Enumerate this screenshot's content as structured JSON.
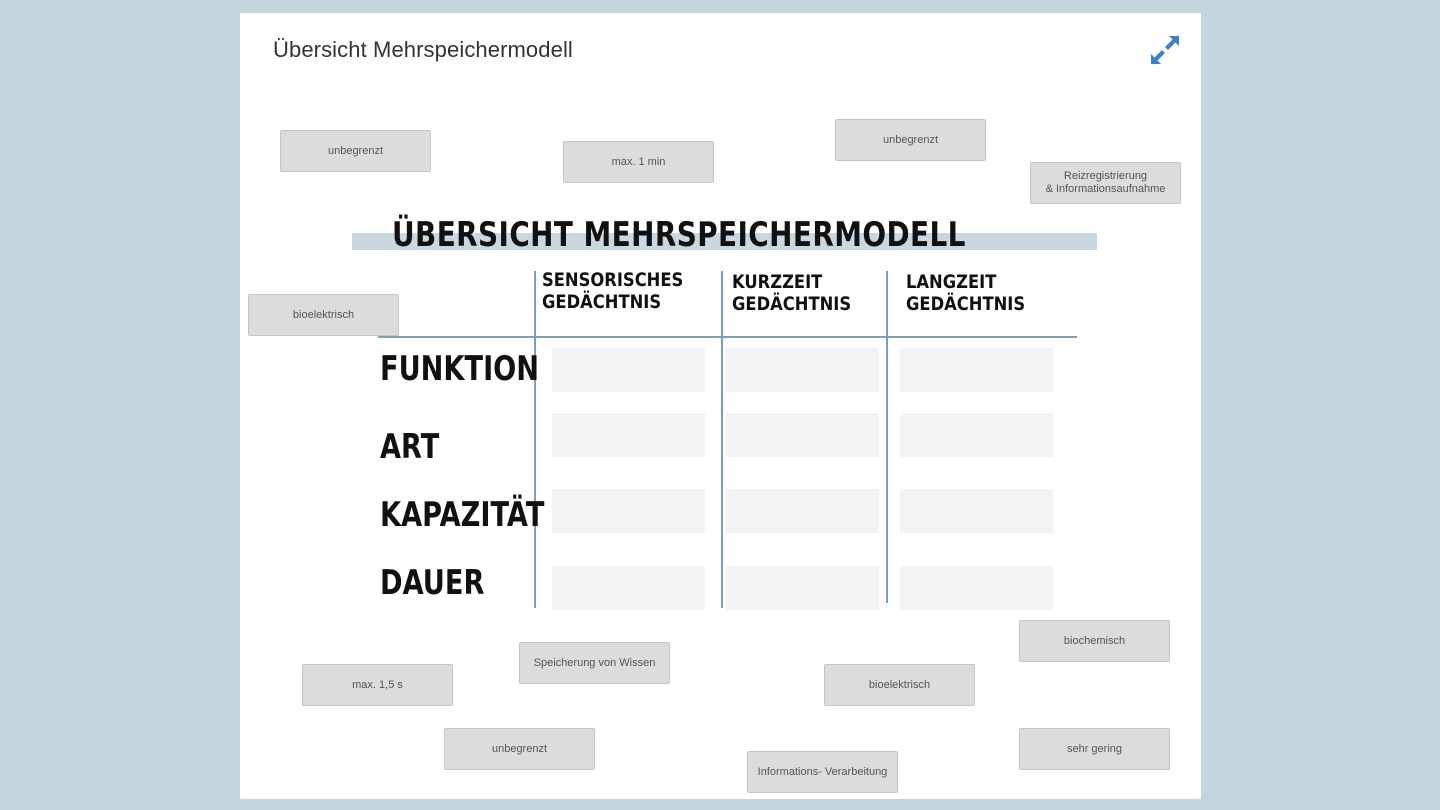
{
  "panel": {
    "title": "Übersicht Mehrspeichermodell",
    "expand_icon": "expand-arrows-icon",
    "accent_color": "#3d7fc9"
  },
  "board": {
    "title": "ÜBERSICHT MEHRSPEICHERMODELL",
    "columns": [
      "SENSORISCHES\nGEDÄCHTNIS",
      "KURZZEIT\nGEDÄCHTNIS",
      "LANGZEIT\nGEDÄCHTNIS"
    ],
    "rows": [
      "FUNKTION",
      "ART",
      "KAPAZITÄT",
      "DAUER"
    ]
  },
  "chips": [
    "unbegrenzt",
    "max. 1 min",
    "unbegrenzt",
    "Reizregistrierung\n& Informationsaufnahme",
    "bioelektrisch",
    "biochemisch",
    "Speicherung von Wissen",
    "max. 1,5 s",
    "bioelektrisch",
    "unbegrenzt",
    "sehr gering",
    "Informations- Verarbeitung"
  ]
}
